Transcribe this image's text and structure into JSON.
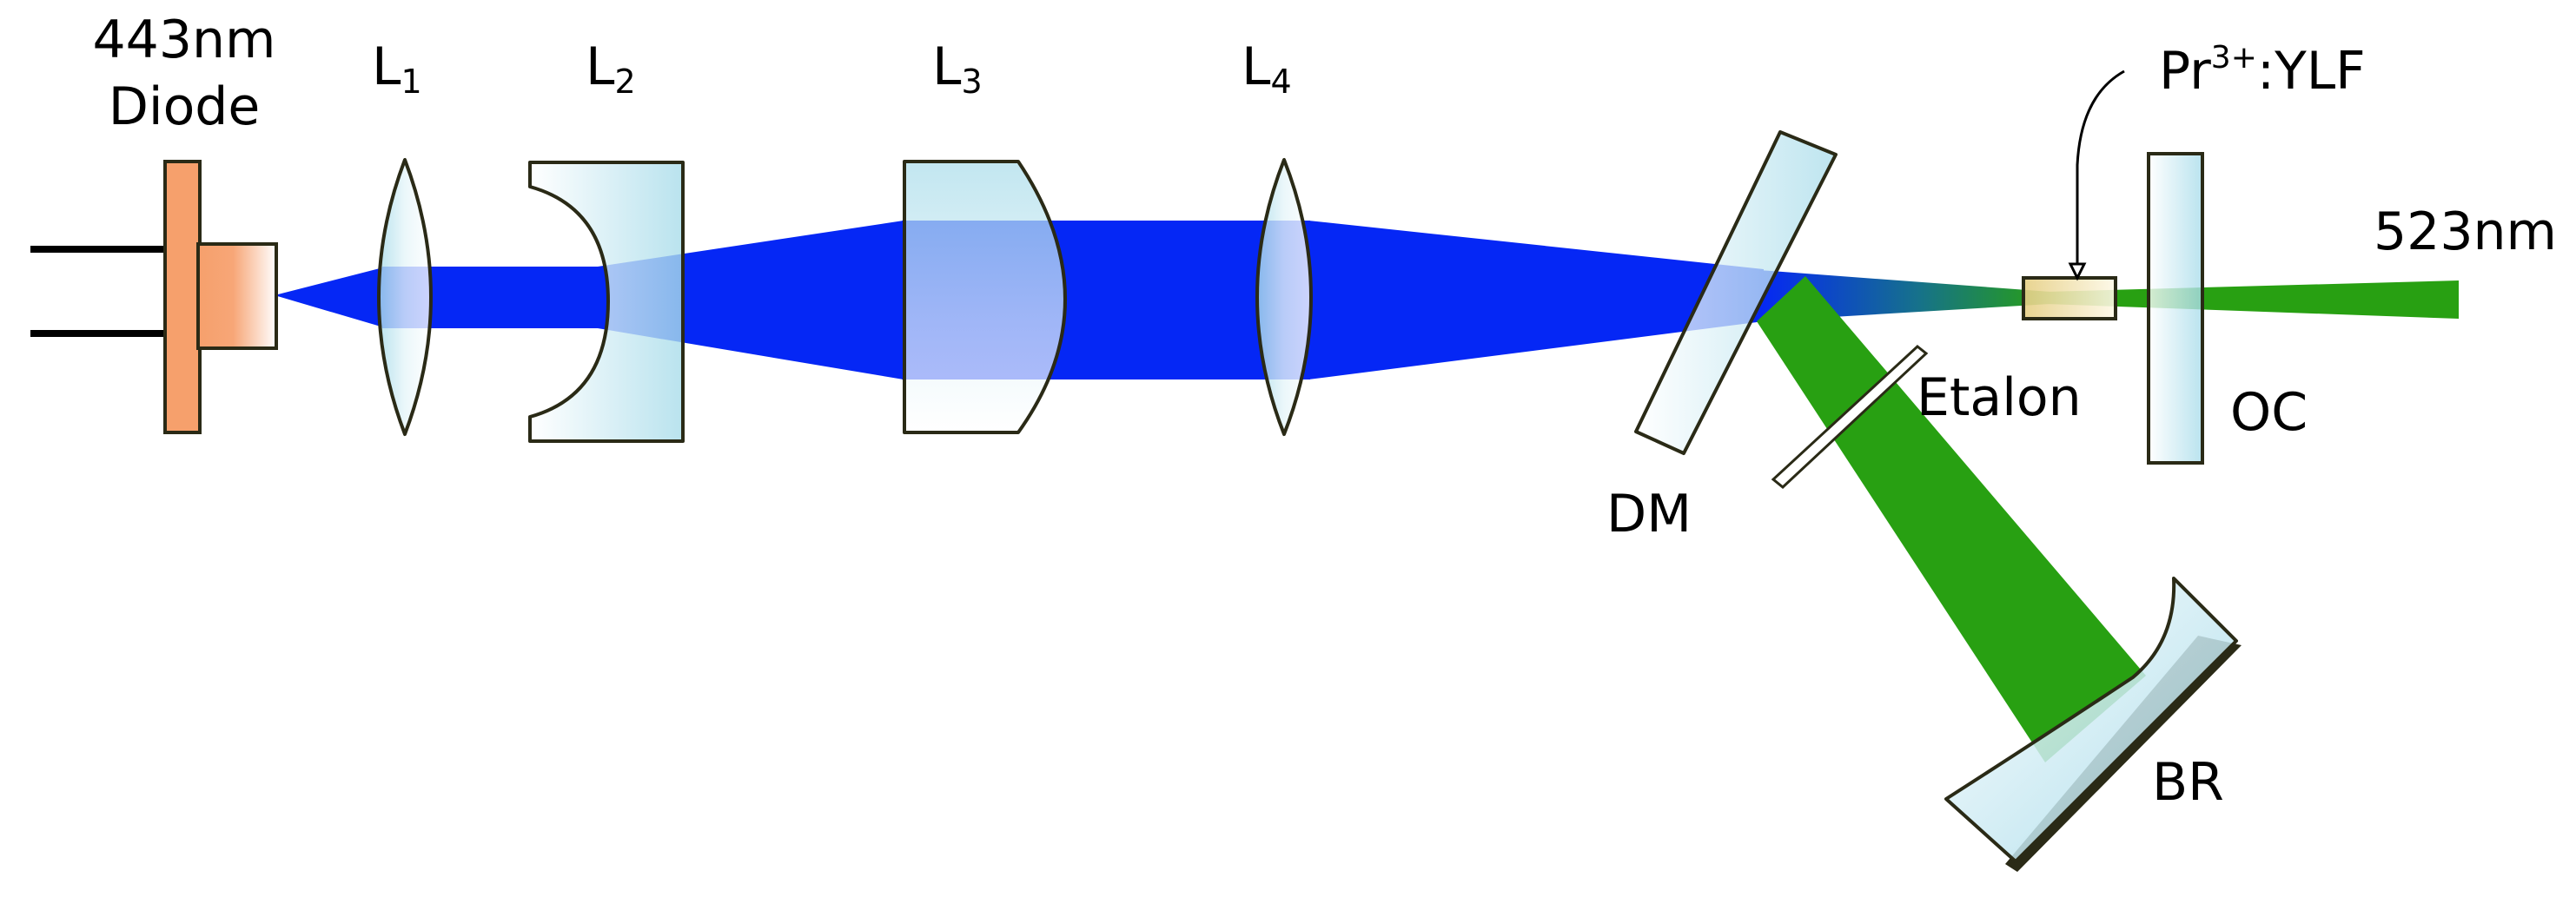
{
  "labels": {
    "diode_line1": "443nm",
    "diode_line2": "Diode",
    "l1": "L",
    "l1_sub": "1",
    "l2": "L",
    "l2_sub": "2",
    "l3": "L",
    "l3_sub": "3",
    "l4": "L",
    "l4_sub": "4",
    "crystal_pre": "Pr",
    "crystal_sup": "3+",
    "crystal_post": ":YLF",
    "output": "523nm",
    "etalon": "Etalon",
    "oc": "OC",
    "dm": "DM",
    "br": "BR"
  },
  "colors": {
    "pump_beam": "#0527f5",
    "laser_beam": "#28a012",
    "diode": "#f6a06c",
    "optic_glass_light": "#ffffff",
    "optic_glass_dark": "#9fd8e8",
    "crystal": "#e9d38a",
    "outline": "#2a2a16"
  }
}
